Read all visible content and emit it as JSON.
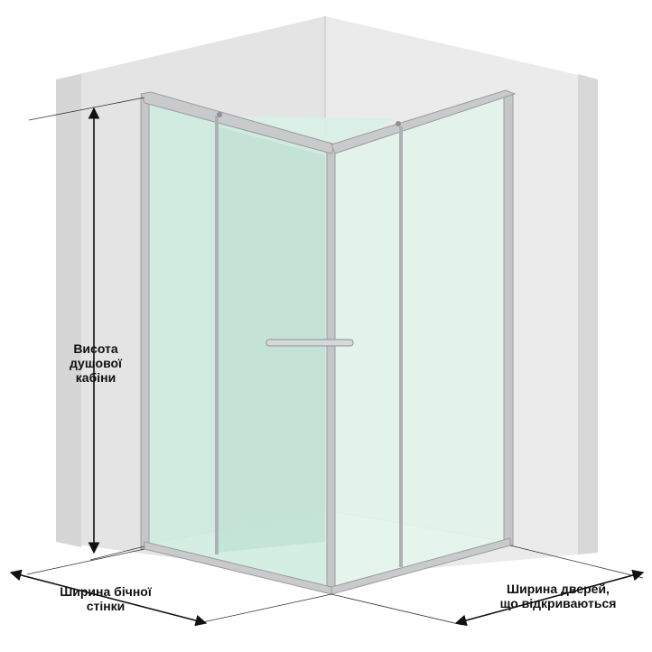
{
  "labels": {
    "height": {
      "line1": "Висота",
      "line2": "душової",
      "line3": "кабіни"
    },
    "side_wall_width": {
      "line1": "Ширина бічної",
      "line2": "стінки"
    },
    "door_width": {
      "line1": "Ширина дверей,",
      "line2": "що відкриваються"
    }
  },
  "colors": {
    "wall": "#e6e6e6",
    "wall_shade": "#d2d2d2",
    "glass": "#bfe6d6",
    "frame": "#b9bcbe",
    "dimension_line": "#111111"
  }
}
